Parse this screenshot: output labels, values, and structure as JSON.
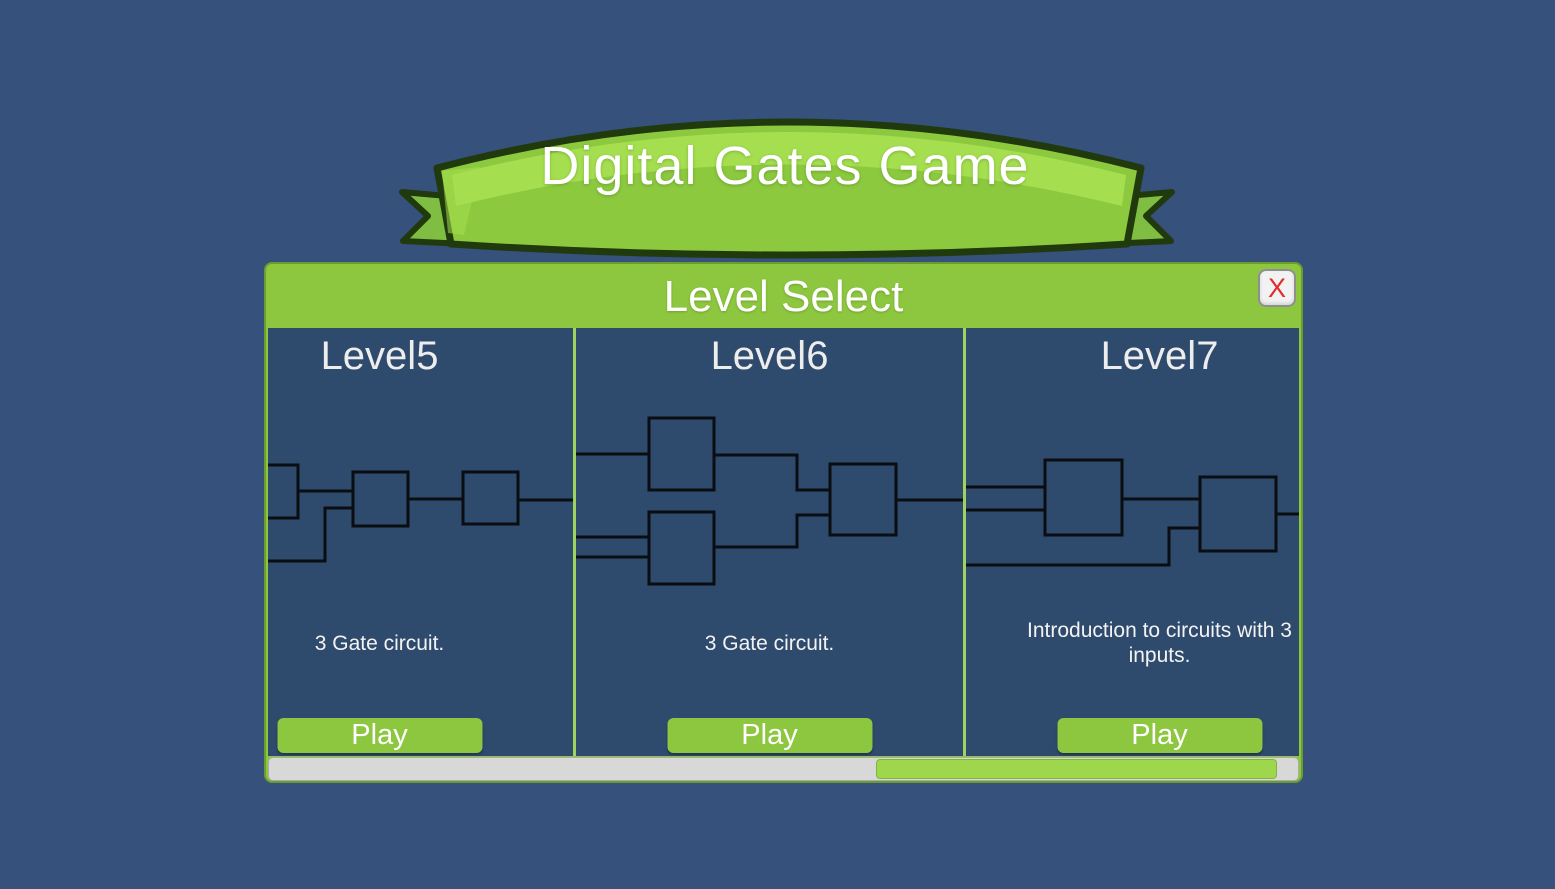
{
  "banner": {
    "title": "Digital Gates Game"
  },
  "panel": {
    "title": "Level Select",
    "close_label": "X"
  },
  "levels": [
    {
      "title": "Level5",
      "description": "3 Gate circuit.",
      "play_label": "Play",
      "gate_count": 3
    },
    {
      "title": "Level6",
      "description": "3 Gate circuit.",
      "play_label": "Play",
      "gate_count": 3
    },
    {
      "title": "Level7",
      "description": "Introduction to circuits with 3 inputs.",
      "play_label": "Play",
      "gate_count": 2
    }
  ],
  "scrollbar": {
    "orientation": "horizontal",
    "thumb_position": "right"
  },
  "colors": {
    "page_bg": "#35517C",
    "panel_green": "#8DC63F",
    "card_bg": "#2E4A6C",
    "play_green": "#8DC63F",
    "scroll_track": "#D8D8D8",
    "scroll_thumb": "#9ED74C",
    "close_x": "#E32B2B",
    "wire": "#0A0D12",
    "banner_fill": "#8CC93F",
    "banner_highlight": "#A5DF50",
    "banner_fold": "#53A036",
    "banner_outline": "#203A0E",
    "divider_green": "#9FD35F"
  }
}
